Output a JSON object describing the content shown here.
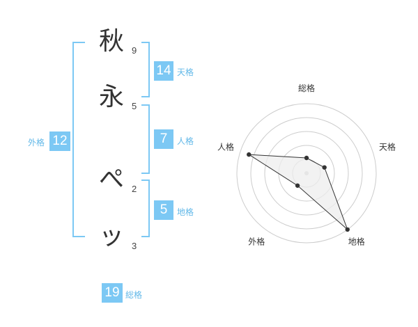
{
  "name": {
    "characters": [
      {
        "char": "秋",
        "strokes": "9"
      },
      {
        "char": "永",
        "strokes": "5"
      },
      {
        "char": "ぺ",
        "strokes": "2"
      },
      {
        "char": "ッ",
        "strokes": "3"
      }
    ]
  },
  "fortune": {
    "tenkaku": {
      "value": "14",
      "label": "天格"
    },
    "jinkaku": {
      "value": "7",
      "label": "人格"
    },
    "chikaku": {
      "value": "5",
      "label": "地格"
    },
    "gaikaku": {
      "value": "12",
      "label": "外格"
    },
    "soukaku": {
      "value": "19",
      "label": "総格"
    }
  },
  "radar": {
    "axes": [
      "総格",
      "天格",
      "地格",
      "外格",
      "人格"
    ],
    "values": [
      0.22,
      0.27,
      1.0,
      0.22,
      0.87
    ],
    "colors": {
      "fill": "#eeeeee",
      "line": "#333333",
      "grid": "#cccccc",
      "accent": "#7cc8f4"
    }
  }
}
